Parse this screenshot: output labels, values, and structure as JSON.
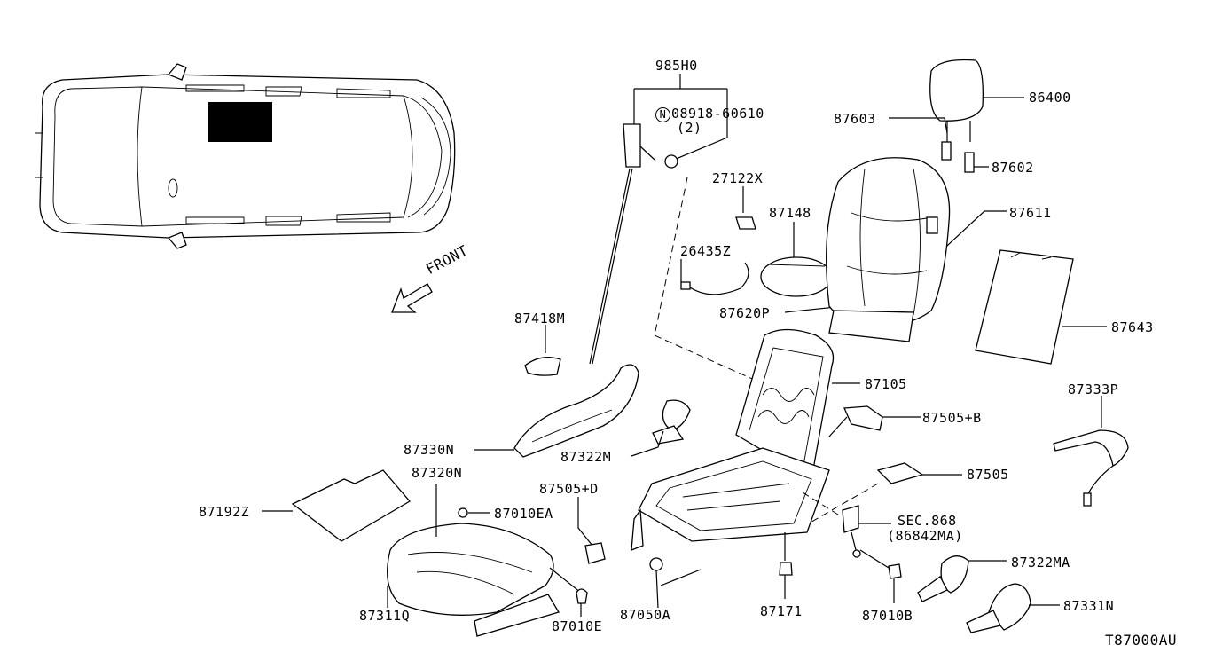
{
  "diagram": {
    "code": "T87000AU",
    "front_label": "FRONT",
    "labels": {
      "p985H0": "985H0",
      "p08918_circle": "N",
      "p08918": "08918-60610",
      "p08918_qty": "(2)",
      "p27122X": "27122X",
      "p87148": "87148",
      "p26435Z": "26435Z",
      "p87620P": "87620P",
      "p87603": "87603",
      "p86400": "86400",
      "p87602": "87602",
      "p87611": "87611",
      "p87643": "87643",
      "p87418M": "87418M",
      "p87105": "87105",
      "p87505B": "87505+B",
      "p87333P": "87333P",
      "p87330N": "87330N",
      "p87322M": "87322M",
      "p87320N": "87320N",
      "p87505": "87505",
      "p87192Z": "87192Z",
      "p87010EA": "87010EA",
      "p87505D": "87505+D",
      "pSEC868": "SEC.868",
      "p86842MA": "(86842MA)",
      "p87322MA": "87322MA",
      "p87311Q": "87311Q",
      "p87010E": "87010E",
      "p87050A": "87050A",
      "p87171": "87171",
      "p87010B": "87010B",
      "p87331N": "87331N"
    }
  }
}
